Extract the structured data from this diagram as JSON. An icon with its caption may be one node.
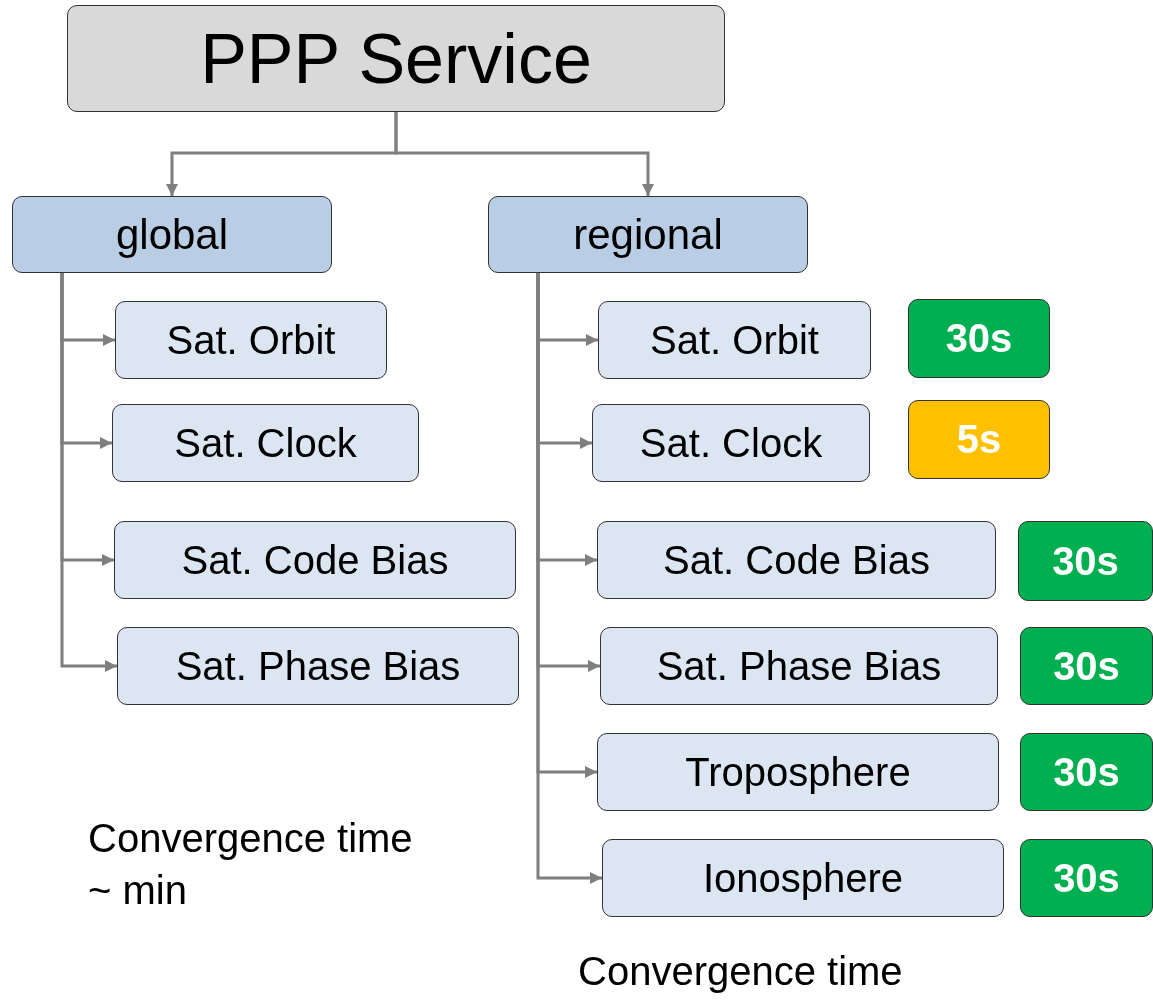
{
  "diagram": {
    "nodes": [
      {
        "text": [
          "PPP Service"
        ]
      },
      {
        "text": [
          "global"
        ]
      },
      {
        "text": [
          "regional"
        ]
      },
      {
        "text": [
          "Sat. Orbit"
        ]
      },
      {
        "text": [
          "Sat. Clock"
        ]
      },
      {
        "text": [
          "Sat. Code Bias"
        ]
      },
      {
        "text": [
          "Sat. Phase Bias"
        ]
      },
      {
        "text": [
          "Sat. Orbit"
        ]
      },
      {
        "text": [
          "30s"
        ]
      },
      {
        "text": [
          "Sat. Clock"
        ]
      },
      {
        "text": [
          "5s"
        ]
      },
      {
        "text": [
          "Sat. Code Bias"
        ]
      },
      {
        "text": [
          "30s"
        ]
      },
      {
        "text": [
          "Sat. Phase Bias"
        ]
      },
      {
        "text": [
          "30s"
        ]
      },
      {
        "text": [
          "Troposphere"
        ]
      },
      {
        "text": [
          "30s"
        ]
      },
      {
        "text": [
          "Ionosphere"
        ]
      },
      {
        "text": [
          "30s"
        ]
      }
    ],
    "edges": [
      {
        "from": 0,
        "to": 1,
        "arrow": "to"
      },
      {
        "from": 0,
        "to": 2,
        "arrow": "to"
      },
      {
        "from": 1,
        "to": 3,
        "arrow": "to"
      },
      {
        "from": 1,
        "to": 4,
        "arrow": "to"
      },
      {
        "from": 1,
        "to": 5,
        "arrow": "to"
      },
      {
        "from": 1,
        "to": 6,
        "arrow": "to"
      },
      {
        "from": 2,
        "to": 7,
        "arrow": "to"
      },
      {
        "from": 2,
        "to": 9,
        "arrow": "to"
      },
      {
        "from": 2,
        "to": 11,
        "arrow": "to"
      },
      {
        "from": 2,
        "to": 13,
        "arrow": "to"
      },
      {
        "from": 2,
        "to": 15,
        "arrow": "to"
      },
      {
        "from": 2,
        "to": 17,
        "arrow": "to"
      }
    ],
    "labels": [
      "Convergence time ~ min",
      "Convergence time"
    ]
  }
}
